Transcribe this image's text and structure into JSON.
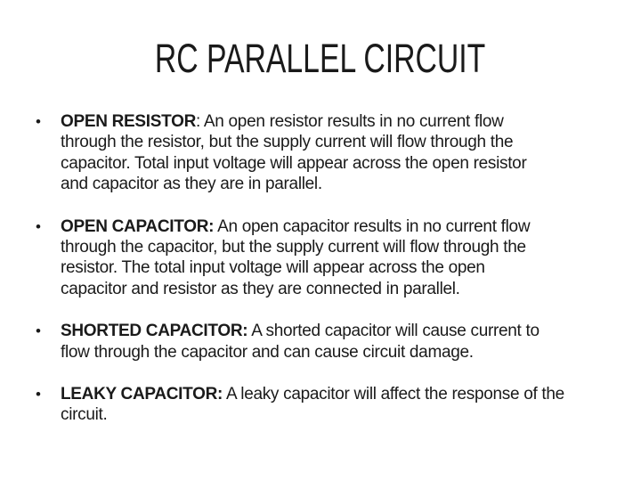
{
  "slide": {
    "title": "RC PARALLEL CIRCUIT",
    "bullet_marker": "•",
    "colors": {
      "background": "#ffffff",
      "text": "#1a1a1a"
    },
    "bullets": [
      {
        "label": "OPEN RESISTOR",
        "text": ": An open resistor results in no current flow\nthrough the resistor, but the supply current will flow through the\ncapacitor. Total input voltage will appear across the open resistor\nand capacitor as they are in parallel."
      },
      {
        "label": "OPEN CAPACITOR:",
        "text": " An open capacitor results in no current flow\nthrough the capacitor, but the supply current will flow through the\nresistor. The total input voltage will appear across the open\ncapacitor and resistor as they are connected in parallel."
      },
      {
        "label": "SHORTED CAPACITOR:",
        "text": " A shorted capacitor will cause current to\nflow through the capacitor and can cause circuit damage."
      },
      {
        "label": "LEAKY CAPACITOR:",
        "text": " A leaky capacitor will affect the response of the\ncircuit."
      }
    ]
  }
}
